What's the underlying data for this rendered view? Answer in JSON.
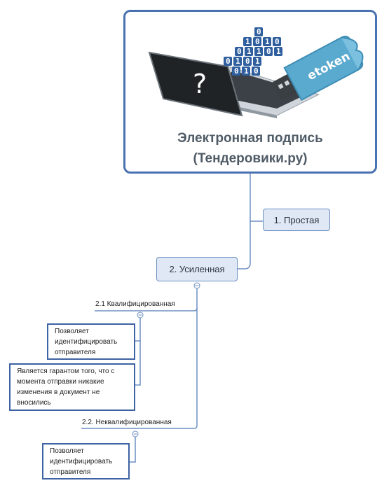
{
  "central": {
    "title_line1": "Электронная подпись",
    "title_line2": "(Тендеровики.ру)",
    "illustration": {
      "laptop_screen_glyph": "?",
      "token_label": "etoken",
      "binary_rows": [
        "0",
        "1 0 1 0",
        "0 1 1 0 1",
        "0 1 0 1",
        "0 1 0"
      ]
    }
  },
  "branches": {
    "simple": {
      "label": "1. Простая"
    },
    "enhanced": {
      "label": "2. Усиленная"
    }
  },
  "subtopics": {
    "qualified": {
      "label": "2.1 Квалифицированная",
      "notes": [
        {
          "lines": [
            "Позволяет",
            "идентифицировать",
            "отправителя"
          ]
        },
        {
          "lines": [
            "Является гарантом того, что с",
            "момента отправки никакие",
            "изменения в документ не",
            "вносились"
          ]
        }
      ]
    },
    "unqualified": {
      "label": "2.2. Неквалифицированная",
      "notes": [
        {
          "lines": [
            "Позволяет",
            "идентифицировать",
            "отправителя"
          ]
        }
      ]
    }
  },
  "colors": {
    "central_border": "#4a72b0",
    "node_fill": "#dfe8f4",
    "node_border": "#6d8fc3",
    "connector": "#6d8fc3",
    "note_border": "#3d63a3",
    "token": "#5aa9cf",
    "laptop_screen": "#1f2326"
  }
}
